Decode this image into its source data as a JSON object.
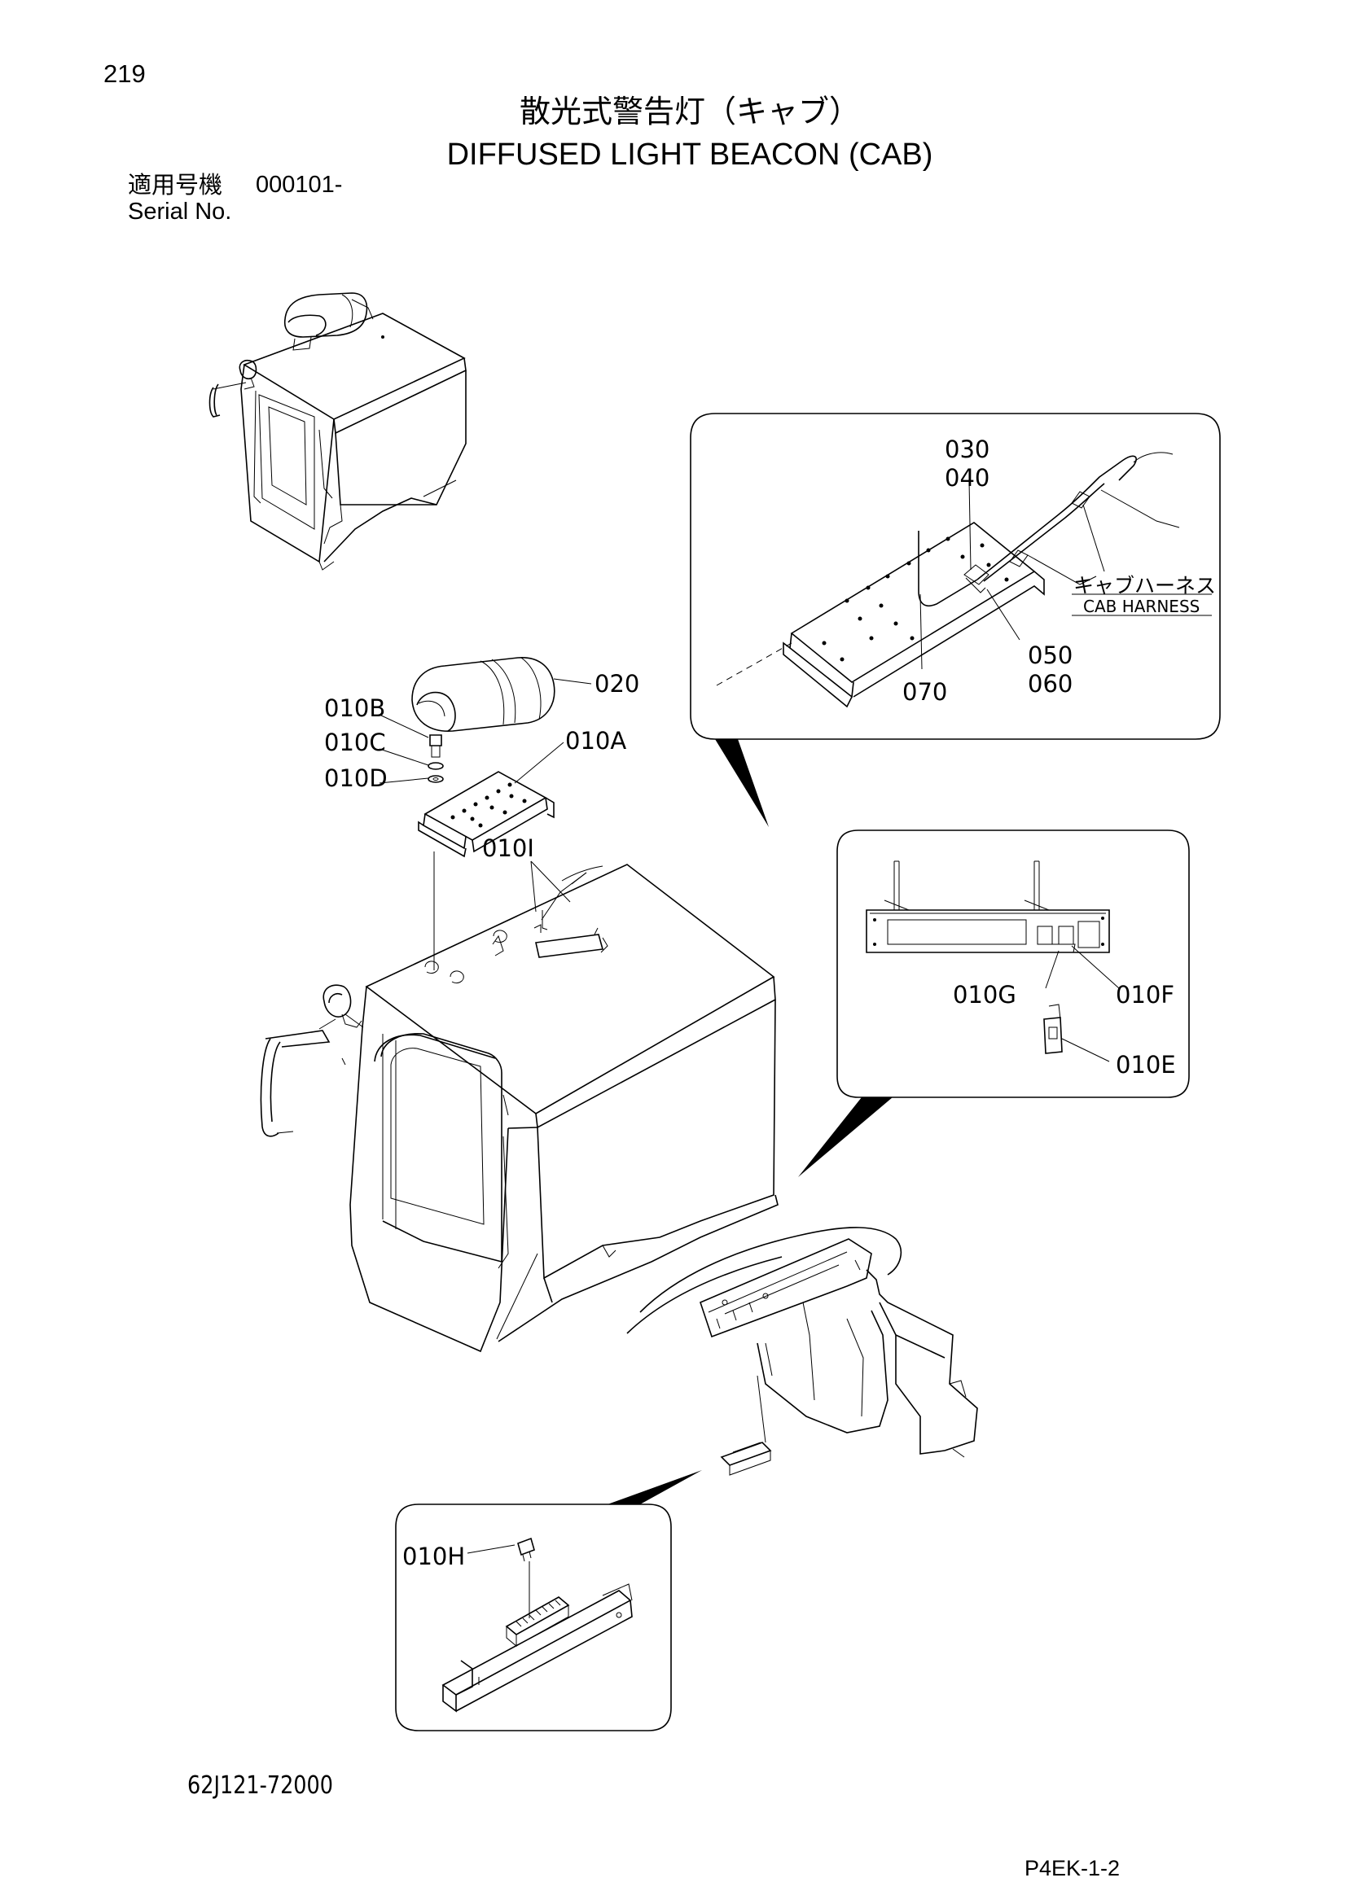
{
  "header": {
    "page_number": "219",
    "title_jp": "散光式警告灯（キャブ）",
    "title_en": "DIFFUSED LIGHT BEACON (CAB)",
    "serial_label_jp": "適用号機",
    "serial_value": "000101-",
    "serial_label_en": "Serial No."
  },
  "callouts": {
    "c010B": "010B",
    "c010C": "010C",
    "c010D": "010D",
    "c010A": "010A",
    "c020": "020",
    "c010I": "010I",
    "c030": "030",
    "c040": "040",
    "c050": "050",
    "c060": "060",
    "c070": "070",
    "cab_harness_jp": "キャブハーネス",
    "cab_harness_en": "CAB HARNESS",
    "c010G": "010G",
    "c010F": "010F",
    "c010E": "010E",
    "c010H": "010H"
  },
  "footer": {
    "drawing_number": "62J121-72000",
    "page_code": "P4EK-1-2"
  }
}
